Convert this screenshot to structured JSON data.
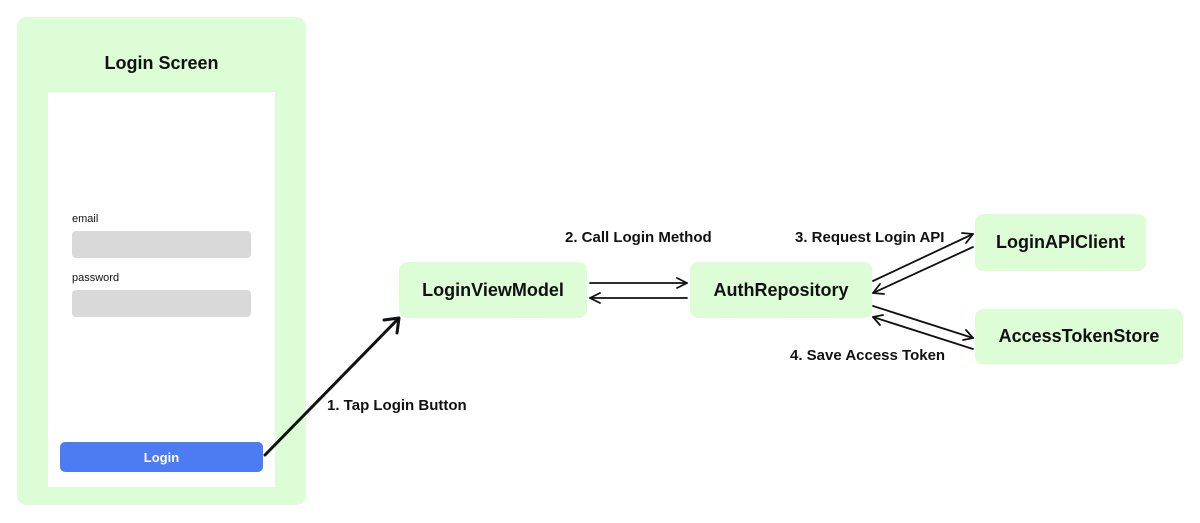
{
  "login_screen": {
    "title": "Login Screen",
    "email_label": "email",
    "email_value": "",
    "password_label": "password",
    "password_value": "",
    "login_button_label": "Login"
  },
  "nodes": {
    "viewmodel": "LoginViewModel",
    "repository": "AuthRepository",
    "api_client": "LoginAPIClient",
    "token_store": "AccessTokenStore"
  },
  "edges": {
    "step1": "1.  Tap Login Button",
    "step2": "2.  Call Login Method",
    "step3": "3.  Request Login API",
    "step4": "4.  Save Access Token"
  },
  "colors": {
    "panel_fill": "#dcfdd6",
    "field_fill": "#d9d9d9",
    "button_fill": "#4c7bf4",
    "arrow": "#111111"
  }
}
